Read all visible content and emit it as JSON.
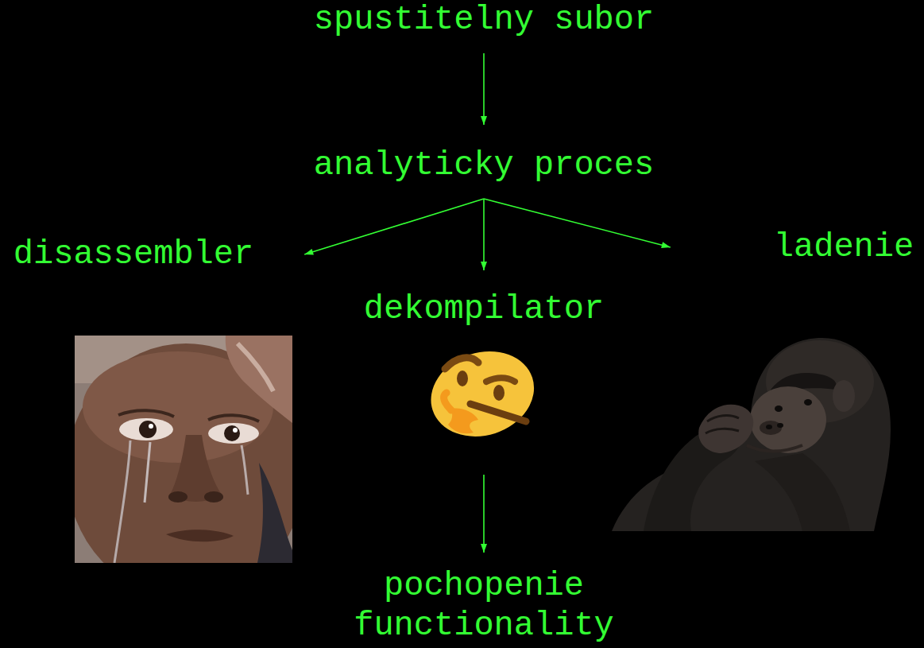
{
  "diagram": {
    "nodes": [
      {
        "text": [
          "spustitelny subor"
        ]
      },
      {
        "text": [
          "analyticky proces"
        ]
      },
      {
        "text": [
          "disassembler"
        ]
      },
      {
        "text": [
          "dekompilator"
        ]
      },
      {
        "text": [
          "ladenie"
        ]
      },
      {
        "text": [
          "pochopenie functionality"
        ]
      }
    ],
    "edges": [
      {
        "from": 0,
        "to": 1,
        "arrow": "to"
      },
      {
        "from": 1,
        "to": 2,
        "arrow": "to"
      },
      {
        "from": 1,
        "to": 3,
        "arrow": "to"
      },
      {
        "from": 1,
        "to": 4,
        "arrow": "to"
      },
      {
        "from": 3,
        "to": 5,
        "arrow": "to"
      }
    ]
  }
}
